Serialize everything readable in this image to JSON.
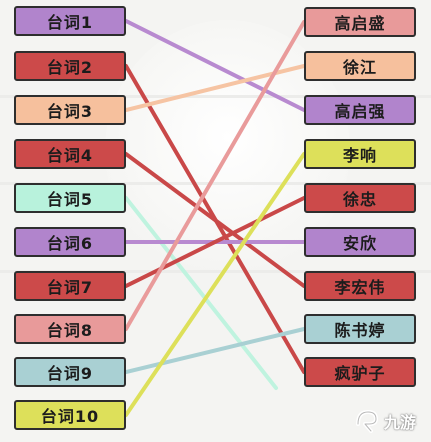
{
  "left_items": [
    {
      "label": "台词1",
      "color": "#b184cc"
    },
    {
      "label": "台词2",
      "color": "#cc4a4a"
    },
    {
      "label": "台词3",
      "color": "#f6c09d"
    },
    {
      "label": "台词4",
      "color": "#cc4a4a"
    },
    {
      "label": "台词5",
      "color": "#b8f2dc"
    },
    {
      "label": "台词6",
      "color": "#b184cc"
    },
    {
      "label": "台词7",
      "color": "#cc4a4a"
    },
    {
      "label": "台词8",
      "color": "#e89a9a"
    },
    {
      "label": "台词9",
      "color": "#a9d0d3"
    },
    {
      "label": "台词10",
      "color": "#dde05a"
    }
  ],
  "right_items": [
    {
      "label": "高启盛",
      "color": "#e89a9a"
    },
    {
      "label": "徐江",
      "color": "#f6c09d"
    },
    {
      "label": "高启强",
      "color": "#b184cc"
    },
    {
      "label": "李响",
      "color": "#dde05a"
    },
    {
      "label": "徐忠",
      "color": "#cc4a4a"
    },
    {
      "label": "安欣",
      "color": "#b184cc"
    },
    {
      "label": "李宏伟",
      "color": "#cc4a4a"
    },
    {
      "label": "陈书婷",
      "color": "#a9d0d3"
    },
    {
      "label": "疯驴子",
      "color": "#cc4a4a"
    }
  ],
  "connections": [
    {
      "from": 0,
      "to": 2,
      "color": "#b88ad0"
    },
    {
      "from": 1,
      "to": 8,
      "color": "#c94848"
    },
    {
      "from": 2,
      "to": 1,
      "color": "#f6c4a3"
    },
    {
      "from": 3,
      "to": 6,
      "color": "#c94848"
    },
    {
      "from": 4,
      "to": 9,
      "color": "#bff3df"
    },
    {
      "from": 5,
      "to": 5,
      "color": "#b88ad0"
    },
    {
      "from": 6,
      "to": 4,
      "color": "#c94848"
    },
    {
      "from": 7,
      "to": 0,
      "color": "#e99b9b"
    },
    {
      "from": 8,
      "to": 7,
      "color": "#a9d0d3"
    },
    {
      "from": 9,
      "to": 3,
      "color": "#dde05a"
    }
  ],
  "watermark": {
    "text": "九游",
    "icon": "jiuyou-logo-icon"
  }
}
